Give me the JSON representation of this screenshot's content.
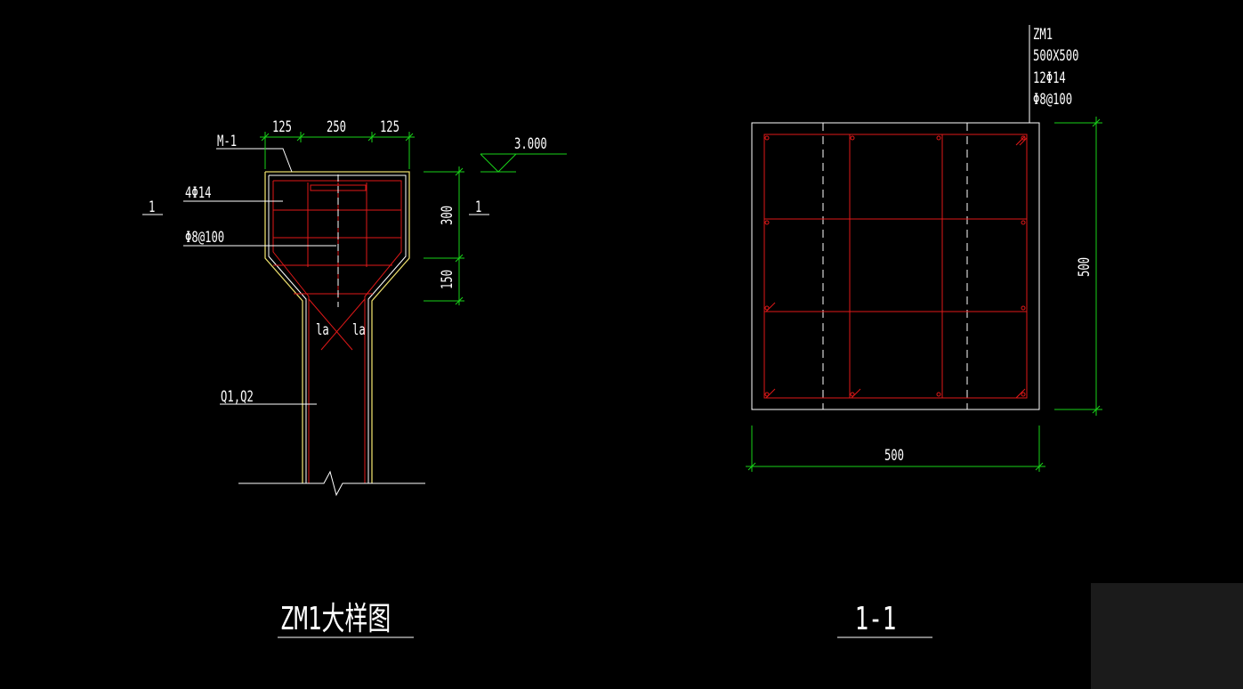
{
  "colors": {
    "background": "#000000",
    "outline": "#ffffff",
    "rebar": "#e01818",
    "dimension": "#19d219",
    "concrete_edge": "#e6d96a",
    "corner_panel": "#1b1b1b"
  },
  "detail": {
    "title": "ZM1大样图",
    "member_label": "M-1",
    "section_cut_label_left": "1",
    "section_cut_label_right": "1",
    "top_bars_label": "4Φ14",
    "stirrup_label": "Φ8@100",
    "anchorage_left": "la",
    "anchorage_right": "la",
    "wall_label": "Q1,Q2",
    "elevation": "3.000",
    "dim_top": [
      "125",
      "250",
      "125"
    ],
    "dim_right": [
      "300",
      "150"
    ]
  },
  "section": {
    "title": "1-1",
    "column_id": "ZM1",
    "column_size": "500X500",
    "main_bars": "12Φ14",
    "stirrups": "Φ8@100",
    "dim_width": "500",
    "dim_height": "500"
  }
}
